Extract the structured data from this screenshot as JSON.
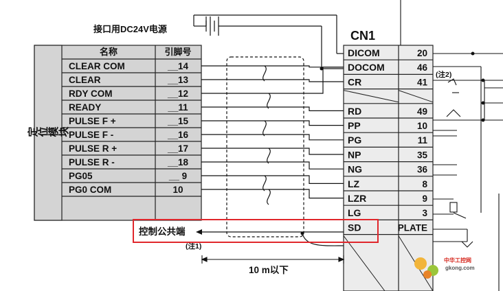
{
  "power_label": "接口用DC24V电源",
  "connector_title": "CN1",
  "module_label": "定位模块",
  "table": {
    "headers": [
      "名称",
      "引脚号"
    ],
    "rows": [
      {
        "name": "CLEAR COM",
        "pin": "__14"
      },
      {
        "name": "CLEAR",
        "pin": "__13"
      },
      {
        "name": "RDY COM",
        "pin": "__12"
      },
      {
        "name": "READY",
        "pin": "__11"
      },
      {
        "name": "PULSE F +",
        "pin": "__15"
      },
      {
        "name": "PULSE  F -",
        "pin": "__16"
      },
      {
        "name": "PULSE R +",
        "pin": "__17"
      },
      {
        "name": "PULSE  R -",
        "pin": "__18"
      },
      {
        "name": "PG05",
        "pin": "__ 9"
      },
      {
        "name": "PG0 COM",
        "pin": "10"
      }
    ]
  },
  "cn1": [
    {
      "signal": "DICOM",
      "pin": "20"
    },
    {
      "signal": "DOCOM",
      "pin": "46"
    },
    {
      "signal": "CR",
      "pin": "41"
    },
    {
      "signal": "",
      "pin": ""
    },
    {
      "signal": "RD",
      "pin": "49"
    },
    {
      "signal": "PP",
      "pin": "10"
    },
    {
      "signal": "PG",
      "pin": "11"
    },
    {
      "signal": "NP",
      "pin": "35"
    },
    {
      "signal": "NG",
      "pin": "36"
    },
    {
      "signal": "LZ",
      "pin": "8"
    },
    {
      "signal": "LZR",
      "pin": "9"
    },
    {
      "signal": "LG",
      "pin": "3"
    },
    {
      "signal": "SD",
      "pin": "PLATE"
    }
  ],
  "control_common_label": "控制公共端",
  "note1": "(注1)",
  "note2": "(注2)",
  "distance_label": "10 m以下",
  "watermark": {
    "line1": "中华工控网",
    "line2": "gkong.com"
  },
  "highlight_color": "#e0262b"
}
